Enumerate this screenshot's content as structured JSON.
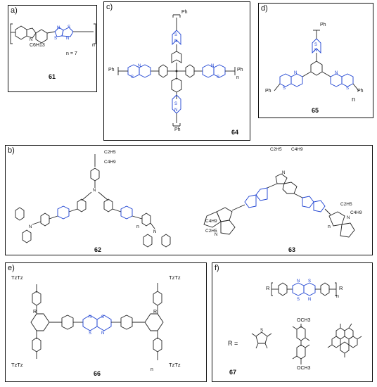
{
  "panels": [
    {
      "id": "a",
      "label": "a)",
      "compound": "61",
      "notes": [
        "C6H13",
        "n = 7",
        "n"
      ]
    },
    {
      "id": "c",
      "label": "c)",
      "compound": "64",
      "notes": [
        "Ph",
        "n"
      ]
    },
    {
      "id": "d",
      "label": "d)",
      "compound": "65",
      "notes": [
        "Ph",
        "n"
      ]
    },
    {
      "id": "b",
      "label": "b)",
      "compounds": [
        "62",
        "63"
      ],
      "notes": [
        "C2H5",
        "C4H9",
        "C2H5",
        "C4H9",
        "n",
        "N"
      ]
    },
    {
      "id": "e",
      "label": "e)",
      "compound": "66",
      "notes": [
        "TzTz",
        "R",
        "n"
      ]
    },
    {
      "id": "f",
      "label": "f)",
      "compound": "67",
      "notes": [
        "R =",
        "OCH3",
        "n"
      ]
    }
  ],
  "atoms": {
    "S": "S",
    "N": "N",
    "Ph": "Ph",
    "n": "n",
    "R": "R",
    "TzTz": "TzTz"
  },
  "colors": {
    "frame": "#111111",
    "tztz": "#1a3fd1",
    "bond": "#222222"
  }
}
